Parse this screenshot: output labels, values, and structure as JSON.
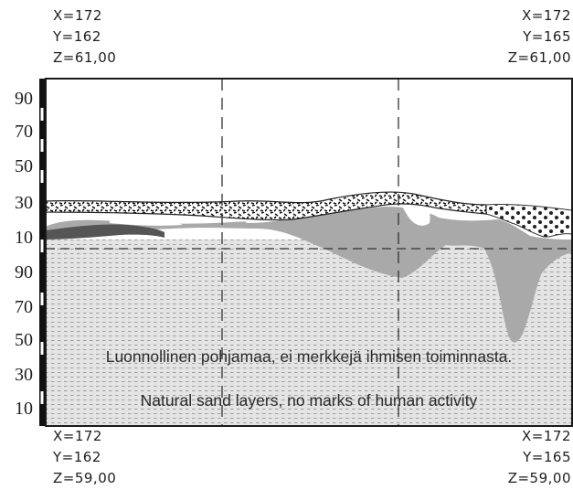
{
  "corner_labels": {
    "top_left": {
      "x": "X=172",
      "y": "Y=162",
      "z": "Z=61,00"
    },
    "top_right": {
      "x": "X=172",
      "y": "Y=165",
      "z": "Z=61,00"
    },
    "bottom_left": {
      "x": "X=172",
      "y": "Y=162",
      "z": "Z=59,00"
    },
    "bottom_right": {
      "x": "X=172",
      "y": "Y=165",
      "z": "Z=59,00"
    }
  },
  "depth_scale": {
    "ticks": [
      "90",
      "70",
      "50",
      "30",
      "10",
      "90",
      "70",
      "50",
      "30",
      "10"
    ]
  },
  "captions": {
    "finnish": "Luonnollinen pohjamaa, ei merkkejä ihmisen toiminnasta.",
    "english": "Natural sand  layers, no marks of human activity"
  },
  "colors": {
    "sand_fill": "#e4e4e4",
    "clay_fill": "#a9a9a9",
    "dark_band": "#555555",
    "frame": "#1a1a1a"
  }
}
